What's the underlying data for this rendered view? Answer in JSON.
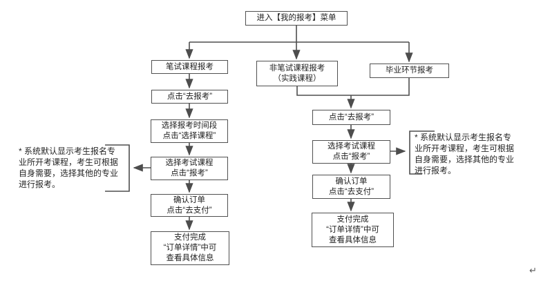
{
  "flowchart": {
    "nodes": {
      "start": "进入【我的报考】菜单",
      "written_course": "笔试课程报考",
      "written_click_apply": "点击“去报考”",
      "written_select_period": "选择报考时间段\n点击“选择课程”",
      "written_select_course": "选择考试课程\n点击“报考”",
      "written_confirm_order": "确认订单\n点击“去支付”",
      "written_payment_done": "支付完成\n“订单详情”中可\n查看具体信息",
      "practical_course": "非笔试课程报考\n（实践课程）",
      "graduation_course": "毕业环节报考",
      "practical_click_apply": "点击“去报考”",
      "practical_select_course": "选择考试课程\n点击“报考”",
      "practical_confirm_order": "确认订单\n点击“去支付”",
      "practical_payment_done": "支付完成\n“订单详情”中可\n查看具体信息"
    },
    "annotations": {
      "left_note": "* 系统默认显示考生报名专\n业所开考课程，考生可根据\n自身需要，选择其他的专业\n进行报考。",
      "right_note": "* 系统默认显示考生报名专\n业所开考课程，考生可根据\n自身需要，选择其他的专业\n进行报考。"
    },
    "misc": {
      "return_mark": "↵"
    },
    "colors": {
      "line": "#4d4d4d",
      "text": "#202020",
      "background": "#ffffff"
    }
  }
}
